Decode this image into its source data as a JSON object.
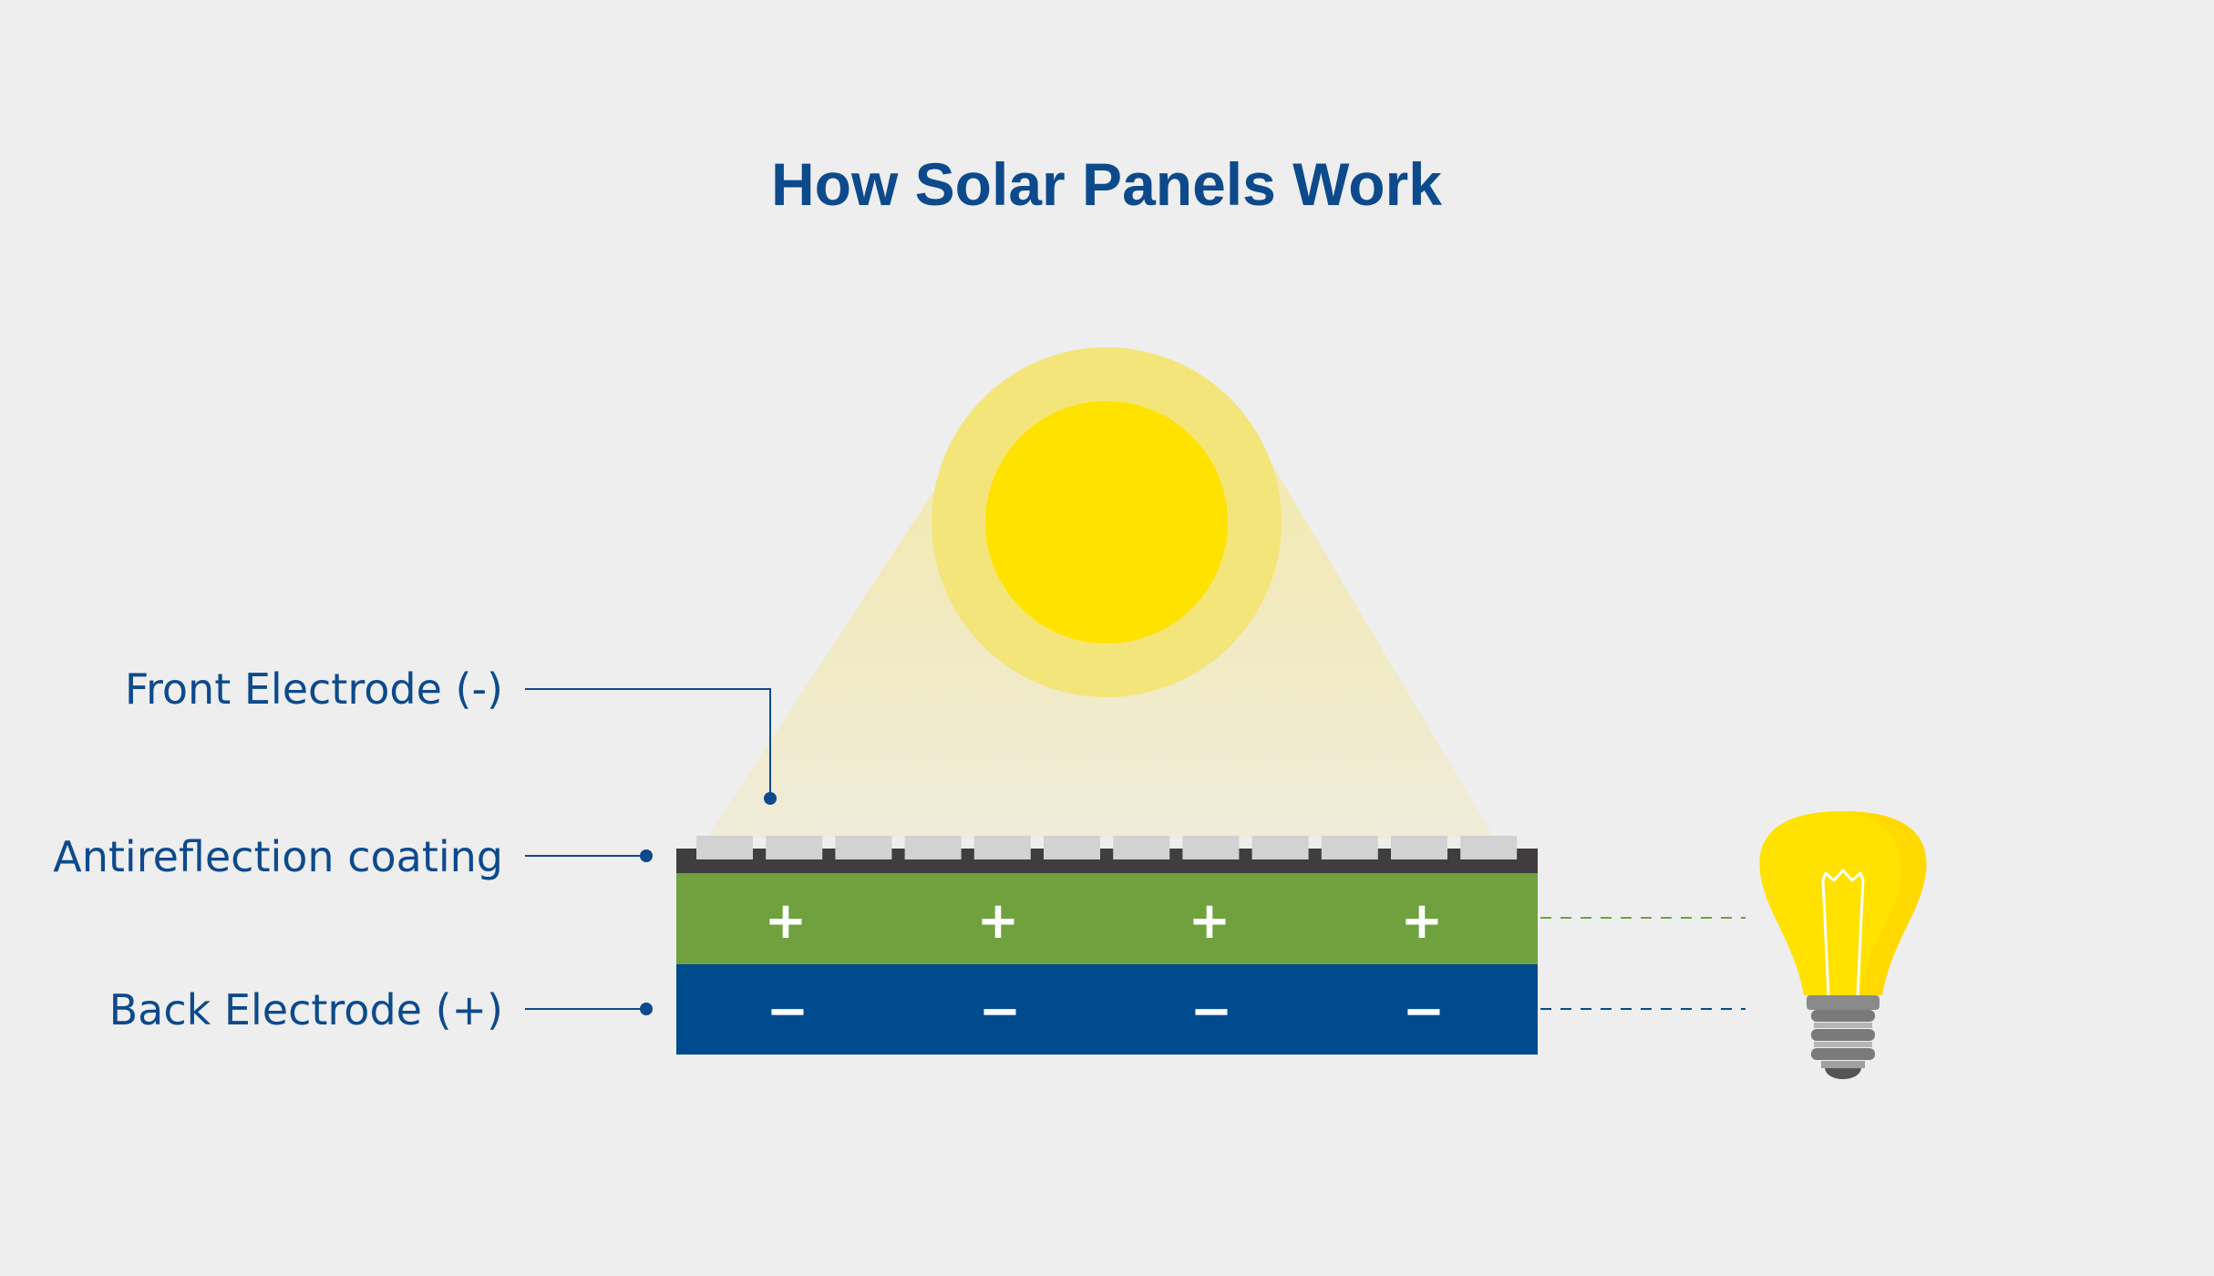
{
  "title": "How Solar Panels Work",
  "labels": {
    "front_electrode": "Front Electrode (-)",
    "antireflection": "Antireflection coating",
    "back_electrode": "Back Electrode (+)"
  },
  "signs": {
    "positive": "+",
    "negative": "−"
  },
  "colors": {
    "background": "#eeeeee",
    "title": "#0d4a8c",
    "sun_core": "#ffe200",
    "sun_glow": "#f4e57a",
    "p_layer": "#6fa23e",
    "n_layer": "#004b8d",
    "coating": "#3f3d3d",
    "electrode_cell": "#d2d2d2",
    "bulb_glass": "#ffe200",
    "bulb_base": "#7a7a7a"
  }
}
